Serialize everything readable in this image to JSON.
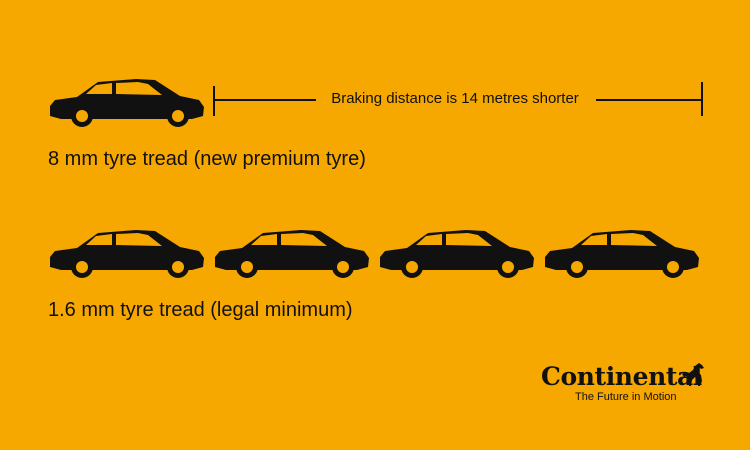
{
  "measure": {
    "label": "Braking distance is 14 metres shorter"
  },
  "captions": {
    "premium": "8 mm tyre tread (new premium tyre)",
    "legal": "1.6 mm tyre tread (legal minimum)"
  },
  "logo": {
    "name": "Continental",
    "tagline": "The Future in Motion"
  },
  "colors": {
    "background": "#f7a800",
    "ink": "#111111"
  },
  "icons": {
    "car": "car-icon",
    "horse": "horse-icon"
  }
}
